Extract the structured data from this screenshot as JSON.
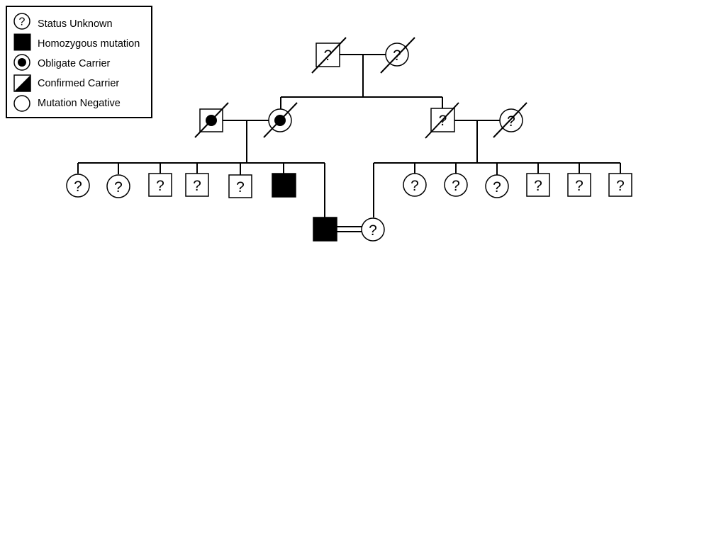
{
  "legend": {
    "items": [
      {
        "label": "Status Unknown",
        "symbol": "circle-question"
      },
      {
        "label": "Homozygous mutation",
        "symbol": "filled-square"
      },
      {
        "label": "Obligate Carrier",
        "symbol": "dot-circle"
      },
      {
        "label": "Confirmed Carrier",
        "symbol": "half-filled-square"
      },
      {
        "label": "Mutation Negative",
        "symbol": "empty-circle"
      }
    ]
  },
  "individuals": [
    {
      "id": "gp1-male",
      "sex": "male",
      "status": "unknown",
      "deceased": true,
      "mark": "?"
    },
    {
      "id": "gp1-female",
      "sex": "female",
      "status": "unknown",
      "deceased": true,
      "mark": "?"
    },
    {
      "id": "p1-male",
      "sex": "male",
      "status": "obligate-carrier",
      "deceased": true,
      "mark": ""
    },
    {
      "id": "p1-female",
      "sex": "female",
      "status": "obligate-carrier",
      "deceased": true,
      "mark": ""
    },
    {
      "id": "p2-male",
      "sex": "male",
      "status": "unknown",
      "deceased": true,
      "mark": "?"
    },
    {
      "id": "p2-female",
      "sex": "female",
      "status": "unknown",
      "deceased": true,
      "mark": "?"
    },
    {
      "id": "c1",
      "sex": "female",
      "status": "unknown",
      "deceased": false,
      "mark": "?"
    },
    {
      "id": "c2",
      "sex": "female",
      "status": "unknown",
      "deceased": false,
      "mark": "?"
    },
    {
      "id": "c3",
      "sex": "male",
      "status": "unknown",
      "deceased": false,
      "mark": "?"
    },
    {
      "id": "c4",
      "sex": "male",
      "status": "unknown",
      "deceased": false,
      "mark": "?"
    },
    {
      "id": "c5",
      "sex": "male",
      "status": "unknown",
      "deceased": false,
      "mark": "?"
    },
    {
      "id": "c6",
      "sex": "male",
      "status": "homozygous",
      "deceased": false,
      "mark": ""
    },
    {
      "id": "c7",
      "sex": "male",
      "status": "homozygous",
      "deceased": false,
      "mark": ""
    },
    {
      "id": "c8",
      "sex": "female",
      "status": "unknown",
      "deceased": false,
      "mark": "?"
    },
    {
      "id": "c9",
      "sex": "female",
      "status": "unknown",
      "deceased": false,
      "mark": "?"
    },
    {
      "id": "c10",
      "sex": "female",
      "status": "unknown",
      "deceased": false,
      "mark": "?"
    },
    {
      "id": "c11",
      "sex": "female",
      "status": "unknown",
      "deceased": false,
      "mark": "?"
    },
    {
      "id": "c12",
      "sex": "male",
      "status": "unknown",
      "deceased": false,
      "mark": "?"
    },
    {
      "id": "c13",
      "sex": "male",
      "status": "unknown",
      "deceased": false,
      "mark": "?"
    },
    {
      "id": "c14",
      "sex": "male",
      "status": "unknown",
      "deceased": false,
      "mark": "?"
    }
  ],
  "relationships": [
    {
      "partners": [
        "gp1-male",
        "gp1-female"
      ],
      "consanguineous": false,
      "children": [
        "p1-female",
        "p2-male"
      ]
    },
    {
      "partners": [
        "p1-male",
        "p1-female"
      ],
      "consanguineous": false,
      "children": [
        "c1",
        "c2",
        "c3",
        "c4",
        "c5",
        "c6",
        "c7"
      ]
    },
    {
      "partners": [
        "p2-male",
        "p2-female"
      ],
      "consanguineous": false,
      "children": [
        "c8",
        "c9",
        "c10",
        "c11",
        "c12",
        "c13",
        "c14"
      ]
    },
    {
      "partners": [
        "c7",
        "c8"
      ],
      "consanguineous": true,
      "children": []
    }
  ]
}
